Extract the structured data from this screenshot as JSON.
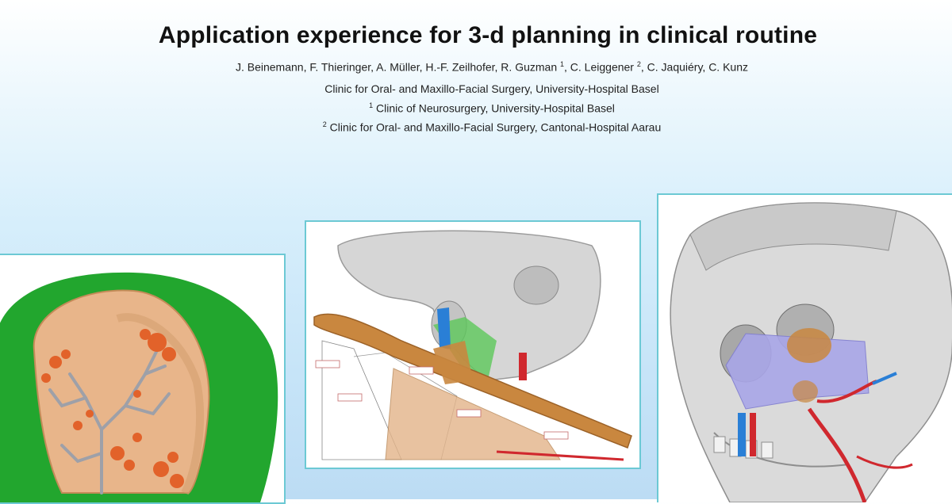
{
  "poster": {
    "title": "Application experience for 3-d planning in clinical routine",
    "authors_main": "J. Beinemann, F. Thieringer, A. Müller, H.-F. Zeilhofer, R. Guzman",
    "authors_sup1": "1",
    "authors_mid": ", C. Leiggener",
    "authors_sup2": "2",
    "authors_end": ", C. Jaquiéry, C. Kunz",
    "affiliation_main": "Clinic for Oral- and Maxillo-Facial Surgery, University-Hospital Basel",
    "affiliation_1_sup": "1",
    "affiliation_1": "Clinic of Neurosurgery, University-Hospital Basel",
    "affiliation_2_sup": "2",
    "affiliation_2": "Clinic for Oral- and Maxillo-Facial Surgery, Cantonal-Hospital Aarau"
  },
  "figures": {
    "skull_cap": "3d-skull-cap-vascular-render",
    "mandible_plan": "3d-mandible-fibula-planning-render",
    "face_skull": "3d-face-skull-reconstruction-render"
  },
  "colors": {
    "panel_border": "#6cc9d4",
    "bone": "#dcdcdc",
    "green_shell": "#22a62e",
    "orange_vessels": "#e2622a",
    "fibula": "#c9873f",
    "purple_guide": "#a9a6e8",
    "artery_red": "#d0282e",
    "blue_guide": "#2a7fd6"
  }
}
